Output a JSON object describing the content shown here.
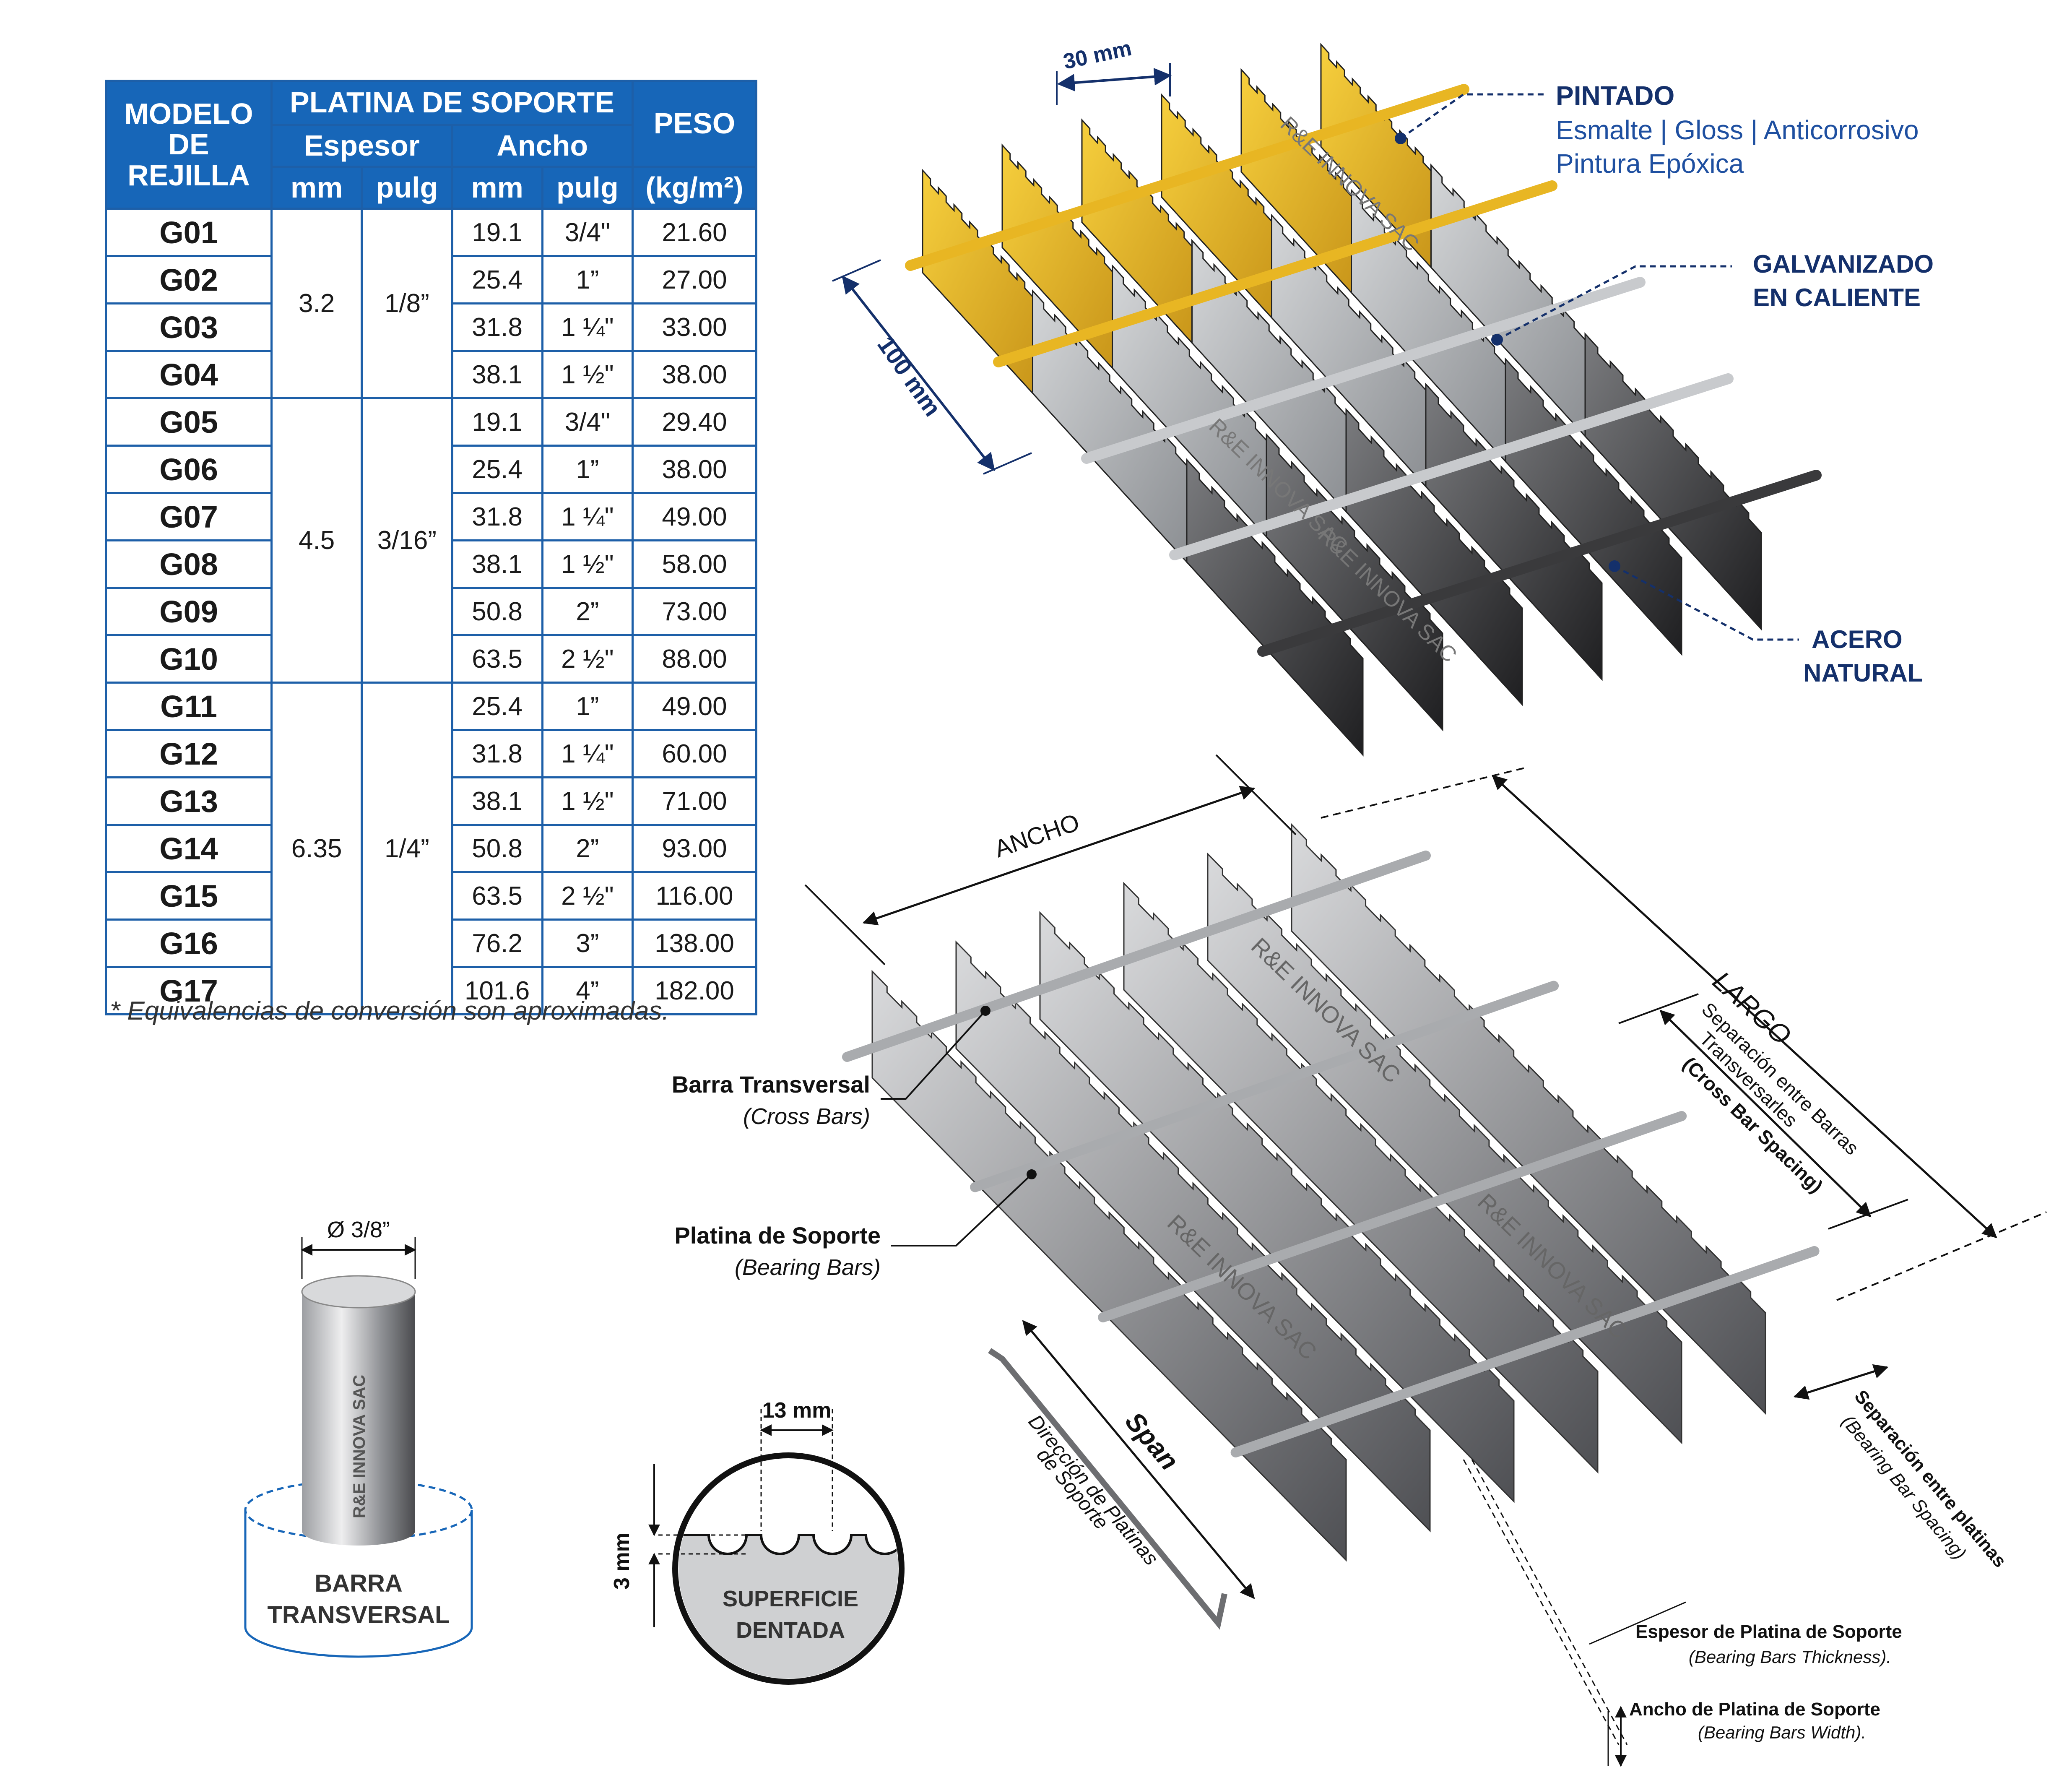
{
  "table": {
    "header": {
      "model": "MODELO DE REJILLA",
      "platina": "PLATINA DE SOPORTE",
      "espesor": "Espesor",
      "ancho": "Ancho",
      "peso": "PESO",
      "mm": "mm",
      "pulg": "pulg",
      "unit": "(kg/m²)"
    },
    "groups": [
      {
        "espesor_mm": "3.2",
        "espesor_pulg": "1/8”",
        "rows": [
          {
            "model": "G01",
            "ancho_mm": "19.1",
            "ancho_pulg": "3/4\"",
            "peso": "21.60"
          },
          {
            "model": "G02",
            "ancho_mm": "25.4",
            "ancho_pulg": "1”",
            "peso": "27.00"
          },
          {
            "model": "G03",
            "ancho_mm": "31.8",
            "ancho_pulg": "1 ¼\"",
            "peso": "33.00"
          },
          {
            "model": "G04",
            "ancho_mm": "38.1",
            "ancho_pulg": "1 ½\"",
            "peso": "38.00"
          }
        ]
      },
      {
        "espesor_mm": "4.5",
        "espesor_pulg": "3/16”",
        "rows": [
          {
            "model": "G05",
            "ancho_mm": "19.1",
            "ancho_pulg": "3/4\"",
            "peso": "29.40"
          },
          {
            "model": "G06",
            "ancho_mm": "25.4",
            "ancho_pulg": "1”",
            "peso": "38.00"
          },
          {
            "model": "G07",
            "ancho_mm": "31.8",
            "ancho_pulg": "1 ¼\"",
            "peso": "49.00"
          },
          {
            "model": "G08",
            "ancho_mm": "38.1",
            "ancho_pulg": "1 ½\"",
            "peso": "58.00"
          },
          {
            "model": "G09",
            "ancho_mm": "50.8",
            "ancho_pulg": "2”",
            "peso": "73.00"
          },
          {
            "model": "G10",
            "ancho_mm": "63.5",
            "ancho_pulg": "2 ½\"",
            "peso": "88.00"
          }
        ]
      },
      {
        "espesor_mm": "6.35",
        "espesor_pulg": "1/4”",
        "rows": [
          {
            "model": "G11",
            "ancho_mm": "25.4",
            "ancho_pulg": "1”",
            "peso": "49.00"
          },
          {
            "model": "G12",
            "ancho_mm": "31.8",
            "ancho_pulg": "1 ¼\"",
            "peso": "60.00"
          },
          {
            "model": "G13",
            "ancho_mm": "38.1",
            "ancho_pulg": "1 ½\"",
            "peso": "71.00"
          },
          {
            "model": "G14",
            "ancho_mm": "50.8",
            "ancho_pulg": "2”",
            "peso": "93.00"
          },
          {
            "model": "G15",
            "ancho_mm": "63.5",
            "ancho_pulg": "2 ½\"",
            "peso": "116.00"
          },
          {
            "model": "G16",
            "ancho_mm": "76.2",
            "ancho_pulg": "3”",
            "peso": "138.00"
          },
          {
            "model": "G17",
            "ancho_mm": "101.6",
            "ancho_pulg": "4”",
            "peso": "182.00"
          }
        ]
      }
    ],
    "note": "* Equivalencias de conversión son aproximadas."
  },
  "top_diagram": {
    "dim_30": "30 mm",
    "dim_100": "100 mm",
    "watermark": "R&E INNOVA SAC",
    "pintado_title": "PINTADO",
    "pintado_line1": "Esmalte | Gloss | Anticorrosivo",
    "pintado_line2": "Pintura Epóxica",
    "galv_line1": "GALVANIZADO",
    "galv_line2": "EN CALIENTE",
    "acero_line1": "ACERO",
    "acero_line2": "NATURAL",
    "colors": {
      "yellow": "#e8b623",
      "galvanized": "#b9bcbf",
      "natural": "#3a3a3c",
      "navy": "#14306b"
    }
  },
  "bottom_diagram": {
    "ancho": "ANCHO",
    "largo": "LARGO",
    "span": "Span",
    "watermark": "R&E INNOVA SAC",
    "sep_cross_1": "Separación entre Barras",
    "sep_cross_2": "Transversarles",
    "sep_cross_3": "(Cross Bar Spacing)",
    "sep_bear_1": "Separación entre platinas",
    "sep_bear_2": "(Bearing Bar Spacing)",
    "cross_label": "Barra Transversal",
    "cross_sub": "(Cross Bars)",
    "bearing_label": "Platina de Soporte",
    "bearing_sub": "(Bearing Bars)",
    "dir_1": "Dirección de Platinas",
    "dir_2": "de Soporte",
    "thick_label": "Espesor de Platina de Soporte",
    "thick_sub": "(Bearing Bars Thickness).",
    "width_label": "Ancho de Platina de Soporte",
    "width_sub": "(Bearing Bars Width)."
  },
  "rod": {
    "dia": "Ø 3/8”",
    "watermark": "R&E INNOVA SAC",
    "label1": "BARRA",
    "label2": "TRANSVERSAL"
  },
  "serration": {
    "dim_13": "13 mm",
    "dim_3": "3 mm",
    "label1": "SUPERFICIE",
    "label2": "DENTADA"
  }
}
